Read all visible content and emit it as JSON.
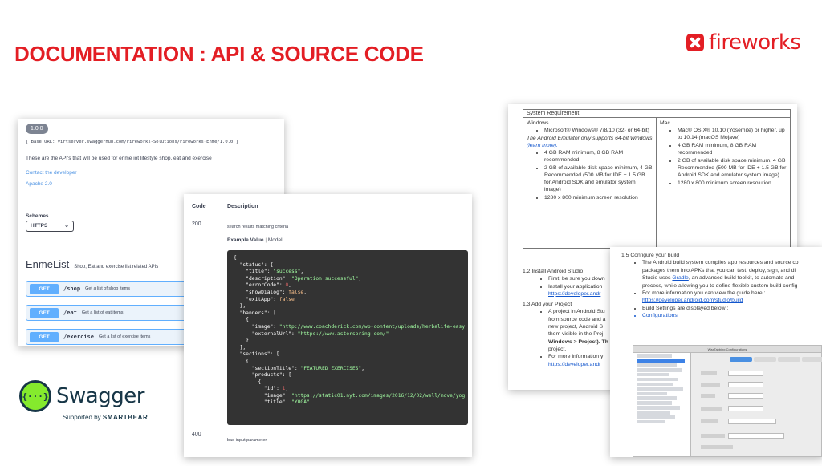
{
  "slide": {
    "title": "DOCUMENTATION : API & SOURCE CODE",
    "logo_text": "fireworks",
    "accent_color": "#e31e24"
  },
  "swagger_info": {
    "version": "1.0.0",
    "base_url": "[ Base URL: virtserver.swaggerhub.com/Fireworks-Solutions/Fireworks-Enme/1.0.0 ]",
    "description": "These are the API's that will be used for enme iot lifestyle shop, eat and exercise",
    "contact_link": "Contact the developer",
    "license_link": "Apache 2.0",
    "schemes_label": "Schemes",
    "scheme_selected": "HTTPS",
    "tag_name": "EnmeList",
    "tag_description": "Shop, Eat and exercise list related APIs",
    "operations": [
      {
        "method": "GET",
        "path": "/shop",
        "summary": "Get a list of shop items"
      },
      {
        "method": "GET",
        "path": "/eat",
        "summary": "Get a list of eat items"
      },
      {
        "method": "GET",
        "path": "/exercise",
        "summary": "Get a list of exercise items"
      }
    ],
    "get_color": "#61affe"
  },
  "swagger_brand": {
    "icon_glyph": "{···}",
    "word": "Swagger",
    "supported_by": "Supported by",
    "smartbear": "SMARTBEAR"
  },
  "responses": {
    "code_header": "Code",
    "description_header": "Description",
    "code_200": "200",
    "desc_200": "search results matching criteria",
    "example_value_tab": "Example Value",
    "model_tab": "Model",
    "code_400": "400",
    "desc_400": "bad input parameter",
    "json_lines": [
      "{",
      "  \"status\": {",
      "    \"title\": \"success\",",
      "    \"description\": \"Operation successful\",",
      "    \"errorCode\": 0,",
      "    \"showDialog\": false,",
      "    \"exitApp\": false",
      "  },",
      "  \"banners\": [",
      "    {",
      "      \"image\": \"http://www.coachderick.com/wp-content/uploads/herbalife-easy",
      "      \"externalUrl\": \"https://www.asterspring.com/\"",
      "    }",
      "  ],",
      "  \"sections\": [",
      "    {",
      "      \"sectionTitle\": \"FEATURED EXERCISES\",",
      "      \"products\": [",
      "        {",
      "          \"id\": 1,",
      "          \"image\": \"https://static01.nyt.com/images/2016/12/02/well/move/yog",
      "          \"title\": \"YOGA\","
    ]
  },
  "system_requirements": {
    "header": "System Requirement",
    "windows_title": "Windows",
    "mac_title": "Mac",
    "windows_items": [
      "Microsoft® Windows® 7/8/10 (32- or 64-bit)",
      "4 GB RAM minimum, 8 GB RAM recommended",
      "2 GB of available disk space minimum, 4 GB Recommended (500 MB for IDE + 1.5 GB for Android SDK and emulator system image)",
      "1280 x 800 minimum screen resolution"
    ],
    "windows_note": "The Android Emulator only supports 64-bit Windows",
    "windows_note_link": "(learn more).",
    "mac_items": [
      "Mac® OS X® 10.10 (Yosemite) or higher, up to 10.14 (macOS Mojave)",
      "4 GB RAM minimum, 8 GB RAM recommended",
      "2 GB of available disk space minimum, 4 GB Recommended (500 MB for IDE + 1.5 GB for Android SDK and emulator system image)",
      "1280 x 800 minimum screen resolution"
    ]
  },
  "install_doc": {
    "h12": "1.2 Install Android Studio",
    "l1": "First, be sure you down",
    "l2": "Install your application",
    "l2_link": "https://developer.andr",
    "h13": "1.3 Add your Project",
    "l3": "A project in Android Stu",
    "l4": "from source code and a",
    "l5": "new project, Android S",
    "l6": "them visible in the Proj",
    "l7": "Windows > Project). Th",
    "l8": "project.",
    "l9": "For more information y",
    "l9_link": "https://developer.andr"
  },
  "build_doc": {
    "h15": "1.5 Configure your build",
    "b1a": "The Android build system compiles app resources and source co",
    "b1b": "packages them into APKs that you can test, deploy, sign, and di",
    "b1c_pre": "Studio uses ",
    "b1c_link": "Gradle",
    "b1c_post": ", an advanced build toolkit, to automate and",
    "b1d": "process, while allowing you to define flexible custom build config",
    "b2": "For more information you can view the guide here :",
    "b2_link": "https://developer.android.com/studio/build",
    "b3": "Build Settings are displayed below :",
    "b4": "Configurations",
    "window_title": "WaxTabbing Configurations"
  }
}
